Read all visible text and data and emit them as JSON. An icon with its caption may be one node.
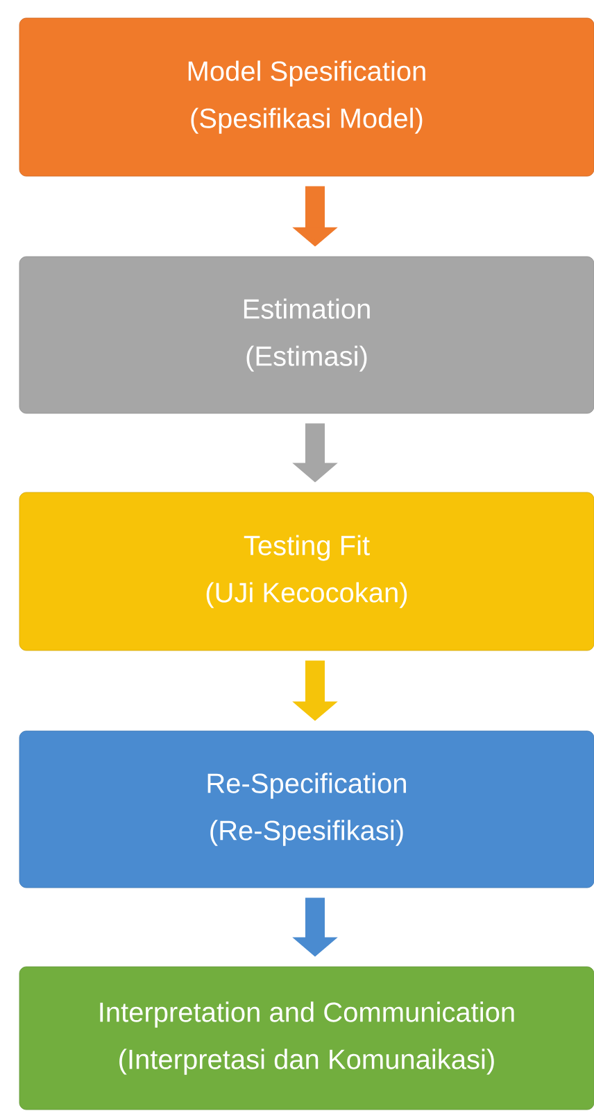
{
  "diagram": {
    "nodes": [
      {
        "text": [
          "Model Spesification",
          "(Spesifikasi Model)"
        ]
      },
      {
        "text": [
          "Estimation",
          "(Estimasi)"
        ]
      },
      {
        "text": [
          "Testing Fit",
          "(UJi Kecocokan)"
        ]
      },
      {
        "text": [
          "Re-Specification",
          "(Re-Spesifikasi)"
        ]
      },
      {
        "text": [
          "Interpretation and Communication",
          "(Interpretasi dan Komunaikasi)"
        ]
      }
    ],
    "edges": [
      {
        "from": 0,
        "to": 1,
        "arrow": "to",
        "color": "#ef7a2c"
      },
      {
        "from": 1,
        "to": 2,
        "arrow": "to",
        "color": "#a6a6a6"
      },
      {
        "from": 2,
        "to": 3,
        "arrow": "to",
        "color": "#f5c40a"
      },
      {
        "from": 3,
        "to": 4,
        "arrow": "to",
        "color": "#4a8bd0"
      }
    ]
  }
}
